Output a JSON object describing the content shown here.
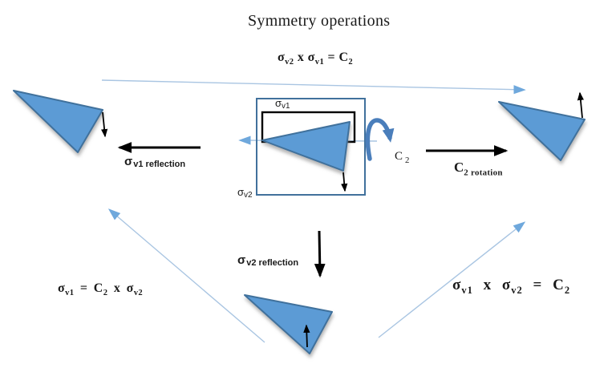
{
  "title": "Symmetry operations",
  "colors": {
    "triangle_fill": "#5b9bd5",
    "triangle_stroke": "#41719c",
    "square_stroke": "#41719c",
    "light_arrow": "#a9c5e2",
    "light_arrowhead": "#6fa8dc",
    "rotation_arrow": "#4a7ebb",
    "black_arrow": "#000000"
  },
  "equations": {
    "top": {
      "b1": "σ",
      "s1": "v2",
      "b2": " x ",
      "b3": "σ",
      "s2": "v1",
      "b4": " = C",
      "s3": "2"
    },
    "bottom_left": {
      "b1": "σ",
      "s1": "v1",
      "b2": " = C",
      "s2": "2",
      "b3": " x ",
      "b4": "σ",
      "s3": "v2"
    },
    "bottom_right": {
      "b1": "σ",
      "s1": "v1",
      "b2": " x ",
      "b3": "σ",
      "s2": "v2",
      "b4": " = C",
      "s3": "2"
    }
  },
  "labels": {
    "sigma_v1_reflection": {
      "sigma": "σ",
      "sub": "v1 reflection"
    },
    "sigma_v2_reflection": {
      "sigma": "σ",
      "sub": "v2 reflection"
    },
    "mirror_v1": {
      "sigma": "σ",
      "sub": "v1"
    },
    "mirror_v2": {
      "sigma": "σ",
      "sub": "v2"
    },
    "c2_axis": {
      "c": "C",
      "sub": "2"
    },
    "c2_rotation": {
      "c": "C",
      "sub": "2 rotation"
    }
  }
}
